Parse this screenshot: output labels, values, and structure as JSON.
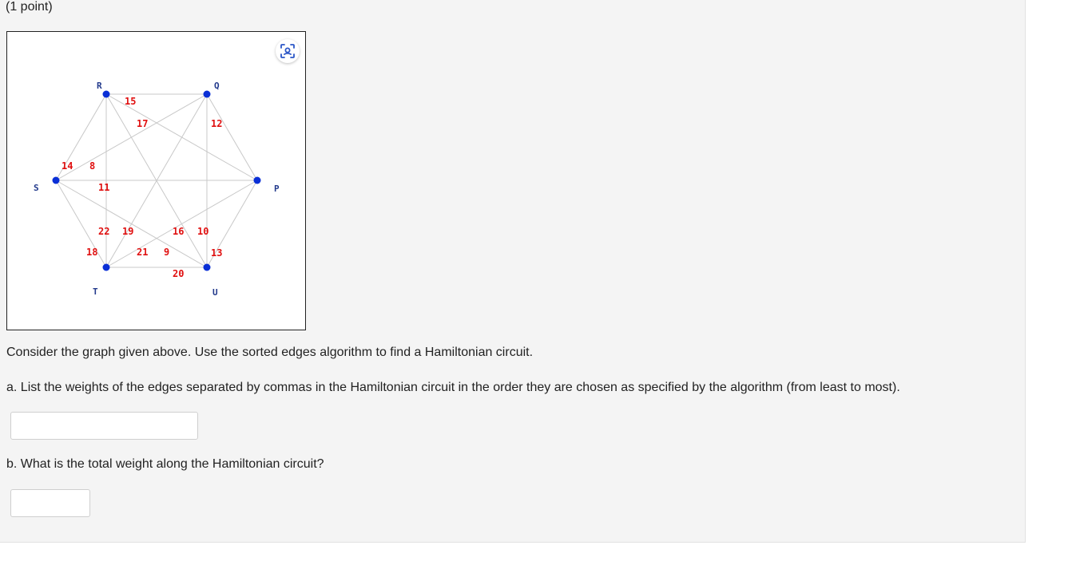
{
  "header": {
    "points": "(1 point)"
  },
  "figure": {
    "zoom_icon": "image-zoom-icon",
    "colors": {
      "vertex": "#0a2fd6",
      "weight": "#e01010",
      "edge": "#c8c8c8",
      "vertex_label": "#233a8c"
    },
    "vertices": [
      "R",
      "Q",
      "S",
      "P",
      "T",
      "U"
    ],
    "edges": [
      {
        "from": "R",
        "to": "Q",
        "weight": "15"
      },
      {
        "from": "S",
        "to": "Q",
        "weight": "17"
      },
      {
        "from": "Q",
        "to": "P",
        "weight": "12"
      },
      {
        "from": "R",
        "to": "S",
        "weight": "14"
      },
      {
        "from": "R",
        "to": "T",
        "weight": "8"
      },
      {
        "from": "S",
        "to": "P",
        "weight": "11"
      },
      {
        "from": "R",
        "to": "U",
        "weight": "22"
      },
      {
        "from": "S",
        "to": "U",
        "weight": "19"
      },
      {
        "from": "T",
        "to": "Q",
        "weight": "16"
      },
      {
        "from": "T",
        "to": "P",
        "weight": "10"
      },
      {
        "from": "S",
        "to": "T",
        "weight": "18"
      },
      {
        "from": "R",
        "to": "P",
        "weight": "21"
      },
      {
        "from": "Q",
        "to": "U",
        "weight": "9"
      },
      {
        "from": "P",
        "to": "U",
        "weight": "13"
      },
      {
        "from": "T",
        "to": "U",
        "weight": "20"
      }
    ]
  },
  "question": {
    "intro": "Consider the graph given above. Use the sorted edges algorithm to find a Hamiltonian circuit.",
    "part_a": "a. List the weights of the edges separated by commas in the Hamiltonian circuit in the order they are chosen as specified by the algorithm (from least to most).",
    "part_a_value": "",
    "part_b": "b. What is the total weight along the Hamiltonian circuit?",
    "part_b_value": ""
  }
}
